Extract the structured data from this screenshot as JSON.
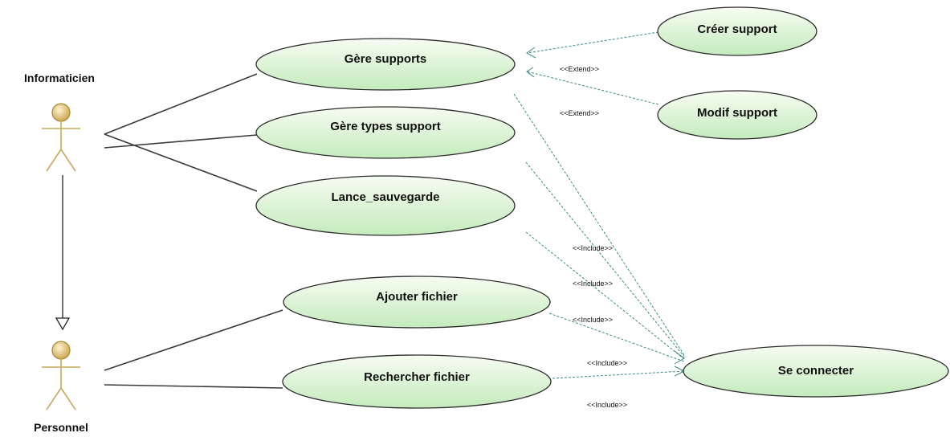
{
  "actors": {
    "informaticien": "Informaticien",
    "personnel": "Personnel"
  },
  "use_cases": {
    "gere_supports": "Gère supports",
    "gere_types_support": "Gère types support",
    "lance_sauvegarde": "Lance_sauvegarde",
    "ajouter_fichier": "Ajouter fichier",
    "rechercher_fichier": "Rechercher fichier",
    "creer_support": "Créer support",
    "modif_support": "Modif support",
    "se_connecter": "Se connecter"
  },
  "stereotypes": {
    "extend_1": "<<Extend>>",
    "extend_2": "<<Extend>>",
    "include_1": "<<Include>>",
    "include_2": "<<Include>>",
    "include_3": "<<Include>>",
    "include_4": "<<Include>>",
    "include_5": "<<Include>>"
  },
  "colors": {
    "use_case_fill_light": "#f4fbee",
    "use_case_fill_dark": "#c6ecbf",
    "dependency_line": "#3c8a8a",
    "actor_gold": "#d4b25a"
  }
}
